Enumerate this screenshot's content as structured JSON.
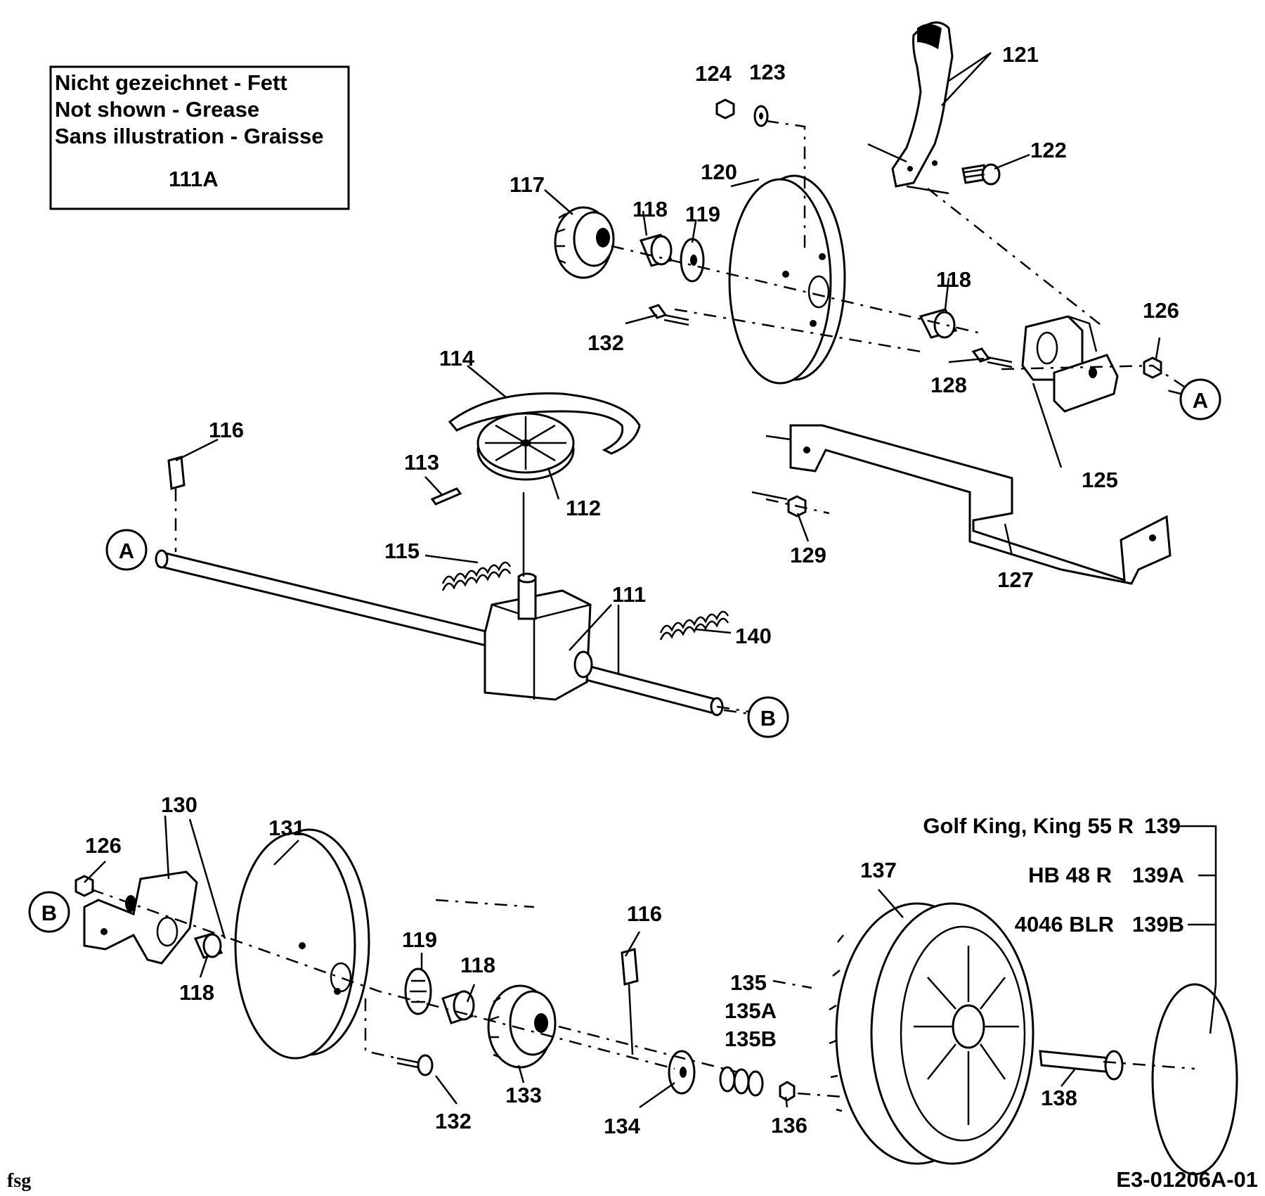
{
  "note_box": {
    "line1": "Nicht gezeichnet - Fett",
    "line2": "Not shown - Grease",
    "line3": "Sans illustration - Graisse",
    "part": "111A"
  },
  "connectors": {
    "a": "A",
    "b": "B"
  },
  "parts": {
    "p111": "111",
    "p112": "112",
    "p113": "113",
    "p114": "114",
    "p115": "115",
    "p116": "116",
    "p117": "117",
    "p118": "118",
    "p119": "119",
    "p120": "120",
    "p121": "121",
    "p122": "122",
    "p123": "123",
    "p124": "124",
    "p125": "125",
    "p126": "126",
    "p127": "127",
    "p128": "128",
    "p129": "129",
    "p130": "130",
    "p131": "131",
    "p132": "132",
    "p133": "133",
    "p134": "134",
    "p135": "135",
    "p135a": "135A",
    "p135b": "135B",
    "p136": "136",
    "p137": "137",
    "p138": "138",
    "p140": "140"
  },
  "variants": {
    "v1_model": "Golf King, King 55 R",
    "v1_part": "139",
    "v2_model": "HB 48 R",
    "v2_part": "139A",
    "v3_model": "4046 BLR",
    "v3_part": "139B"
  },
  "footer": {
    "left": "fsg",
    "right": "E3-01206A-01"
  }
}
